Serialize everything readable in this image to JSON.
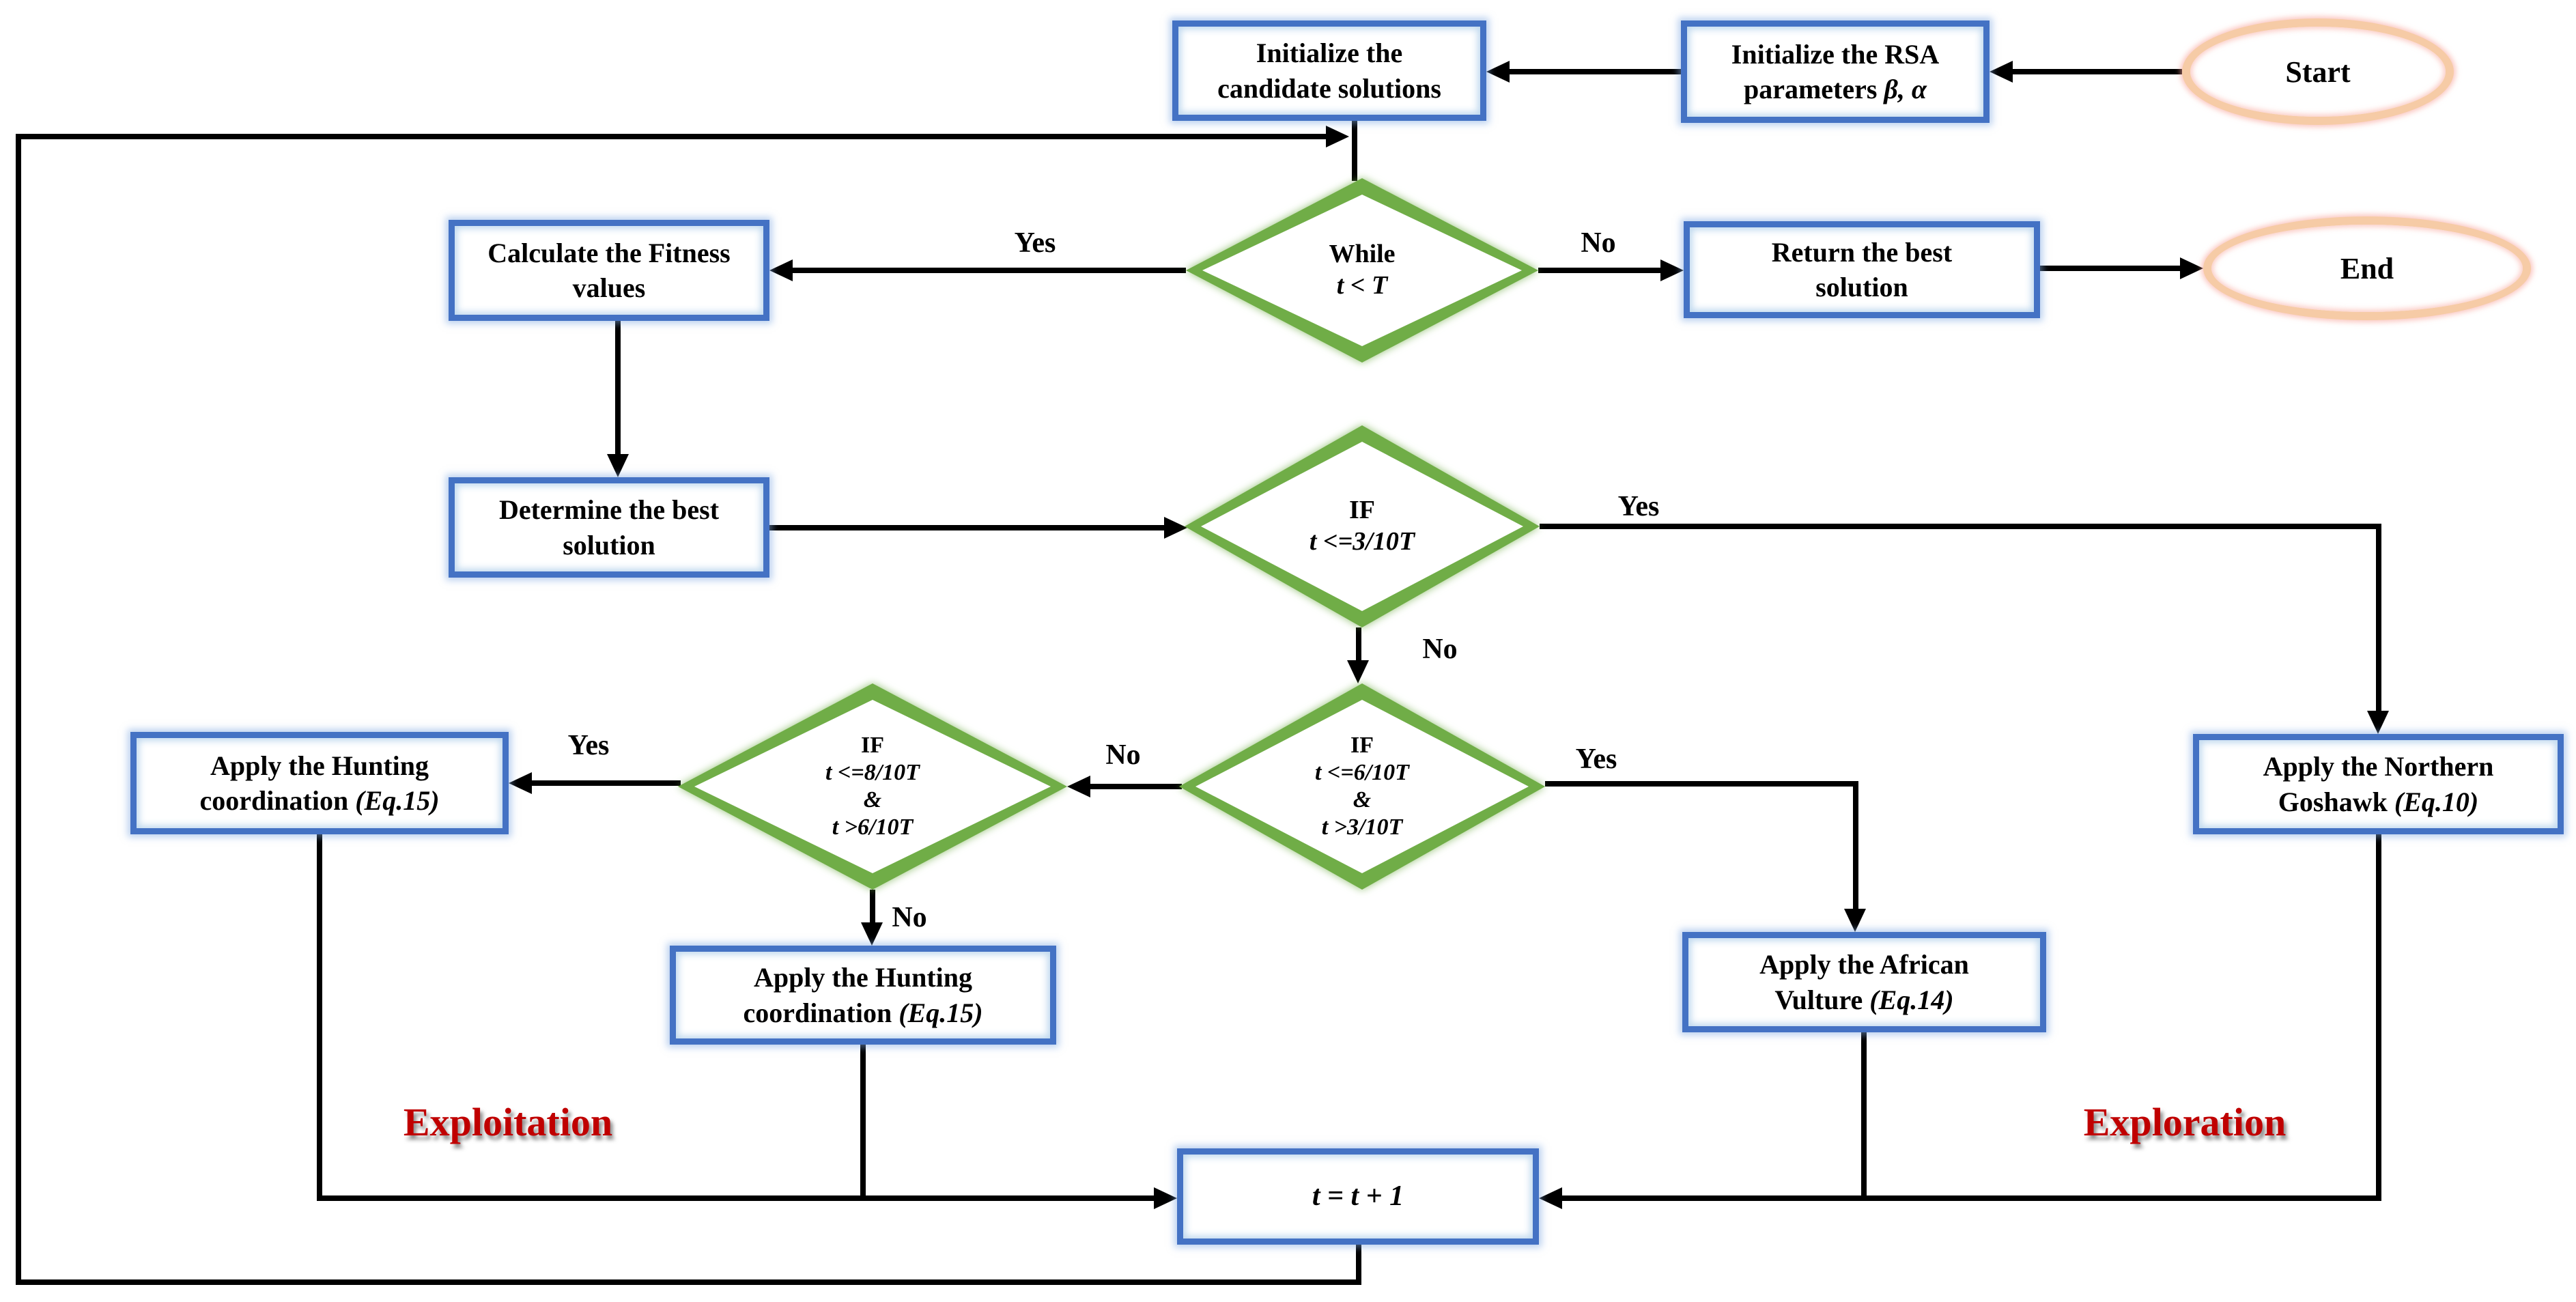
{
  "colors": {
    "box-border": "#4472C4",
    "diamond-border": "#70AD47",
    "terminal-border": "#F6CBA6",
    "section-label": "#C00000",
    "connector": "#000000",
    "text": "#000000"
  },
  "terminals": {
    "start": "Start",
    "end": "End"
  },
  "boxes": {
    "init_rsa": {
      "l1": "Initialize the RSA",
      "l2a": "parameters ",
      "l2b": "β, α"
    },
    "init_candidate": {
      "l1": "Initialize the",
      "l2": "candidate solutions"
    },
    "calc_fitness": {
      "l1": "Calculate the Fitness",
      "l2": "values"
    },
    "return_best": {
      "l1": "Return the best",
      "l2": "solution"
    },
    "determine_best": {
      "l1": "Determine the best",
      "l2": "solution"
    },
    "apply_hunting_left": {
      "l1": "Apply the Hunting",
      "l2a": "coordination ",
      "l2b": "(Eq.15)"
    },
    "apply_hunting_bottom": {
      "l1": "Apply the Hunting",
      "l2a": "coordination ",
      "l2b": "(Eq.15)"
    },
    "apply_vulture": {
      "l1": "Apply the African",
      "l2a": "Vulture ",
      "l2b": "(Eq.14)"
    },
    "apply_goshawk": {
      "l1": "Apply the Northern",
      "l2a": "Goshawk ",
      "l2b": "(Eq.10)"
    },
    "t_increment": {
      "l1": "t = t + 1"
    }
  },
  "diamonds": {
    "while_loop": {
      "l1": "While",
      "l2": "t < T"
    },
    "if_3_10": {
      "l1": "IF",
      "l2": "t <=3/10T"
    },
    "if_6_10": {
      "l1": "IF",
      "l2": "t <=6/10T",
      "l3": "&",
      "l4": "t >3/10T"
    },
    "if_8_10": {
      "l1": "IF",
      "l2": "t <=8/10T",
      "l3": "&",
      "l4": "t >6/10T"
    }
  },
  "edge_labels": {
    "while_yes": "Yes",
    "while_no": "No",
    "if3_yes": "Yes",
    "if3_no": "No",
    "if6_yes": "Yes",
    "if6_no": "No",
    "if8_yes": "Yes",
    "if8_no": "No"
  },
  "section_labels": {
    "exploitation": "Exploitation",
    "exploration": "Exploration"
  }
}
